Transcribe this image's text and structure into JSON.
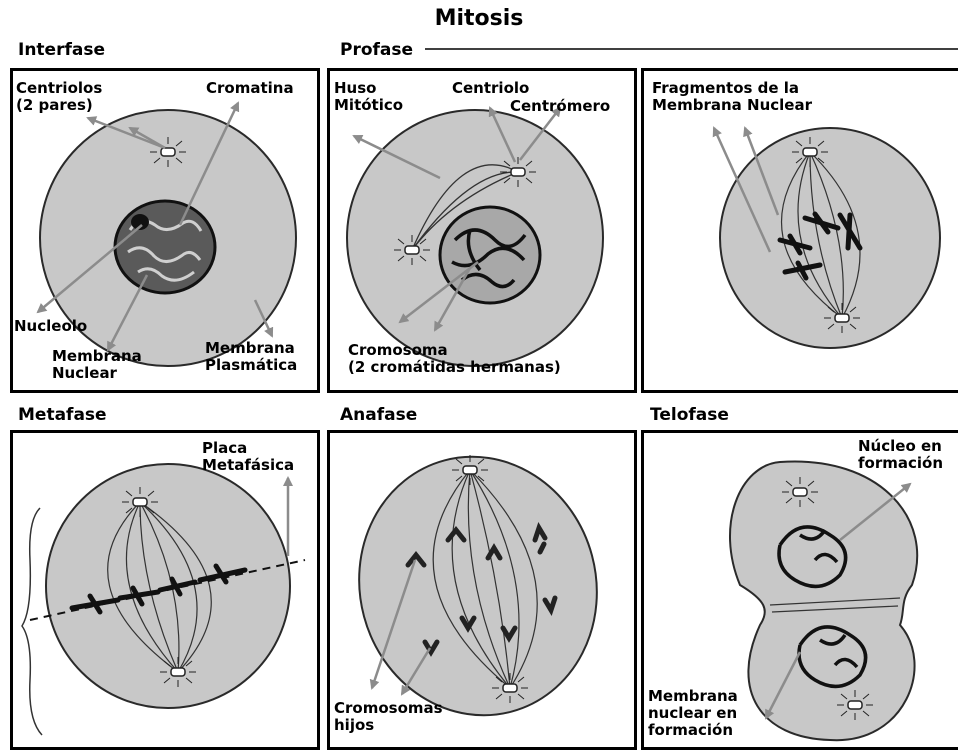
{
  "title": "Mitosis",
  "stages": {
    "interfase": "Interfase",
    "profase": "Profase",
    "metafase": "Metafase",
    "anafase": "Anafase",
    "telofase": "Telofase"
  },
  "labels": {
    "centriolos": "Centriolos\n(2 pares)",
    "cromatina": "Cromatina",
    "nucleolo": "Nucleolo",
    "membrana_nuclear": "Membrana\nNuclear",
    "membrana_plasmatica": "Membrana\nPlasmática",
    "huso_mitotico": "Huso\nMitótico",
    "centriolo": "Centriolo",
    "centromero": "Centrómero",
    "cromosoma": "Cromosoma\n(2 cromátidas hermanas)",
    "fragmentos": "Fragmentos de la\nMembrana Nuclear",
    "placa_metafasica": "Placa\nMetafásica",
    "cromosomas_hijos": "Cromosomas\nhijos",
    "nucleo_formacion": "Núcleo en\nformación",
    "membrana_nuclear_formacion": "Membrana\nnuclear en\nformación"
  },
  "colors": {
    "cell_fill": "#c8c8c8",
    "cell_stroke": "#2a2a2a",
    "arrow": "#8c8c8c",
    "nucleus": "#6e6e6e"
  }
}
